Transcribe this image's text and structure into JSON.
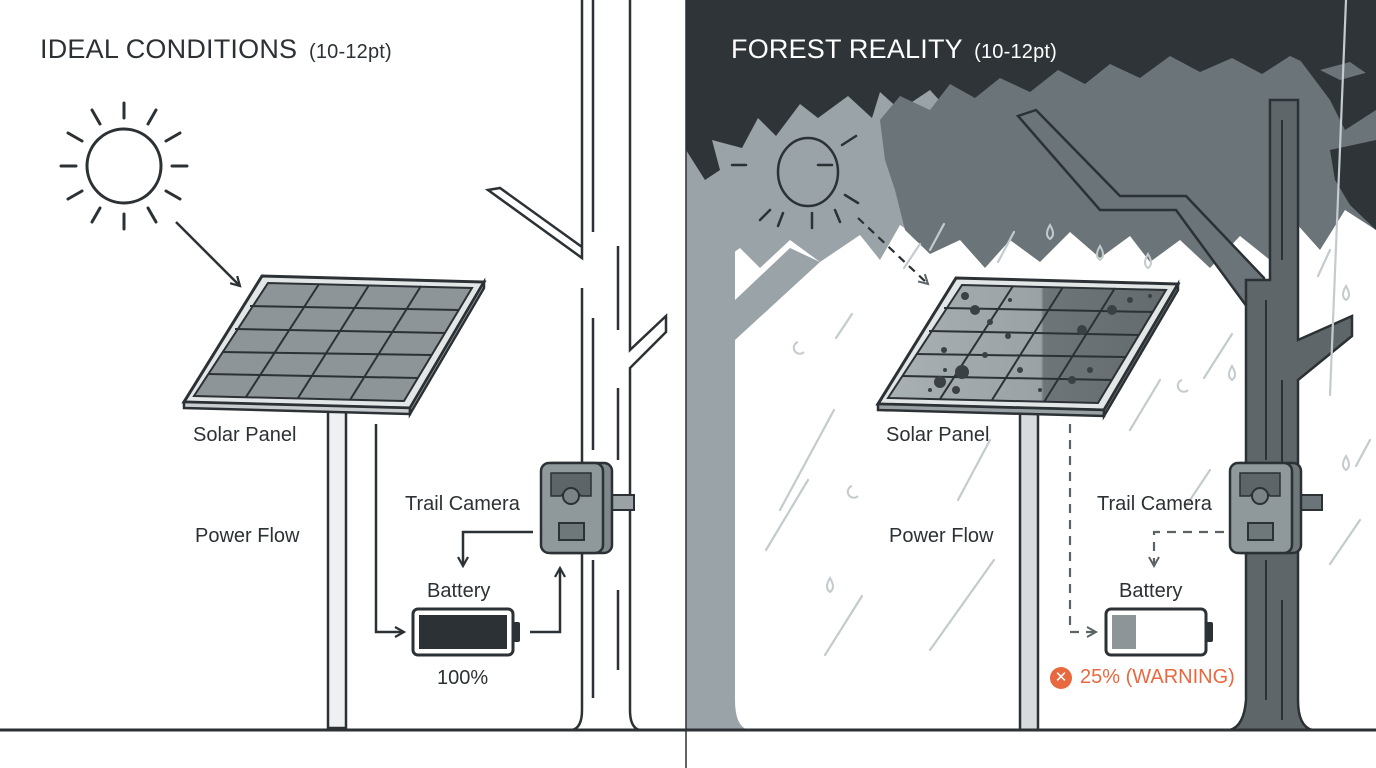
{
  "panels": {
    "left": {
      "title": "IDEAL CONDITIONS",
      "title_note": "(10-12pt)",
      "labels": {
        "solar_panel": "Solar Panel",
        "power_flow": "Power Flow",
        "trail_camera": "Trail Camera",
        "battery": "Battery",
        "battery_level": "100%"
      },
      "battery_percent": 100
    },
    "right": {
      "title": "FOREST REALITY",
      "title_note": "(10-12pt)",
      "labels": {
        "solar_panel": "Solar Panel",
        "power_flow": "Power Flow",
        "trail_camera": "Trail Camera",
        "battery": "Battery",
        "battery_level": "25% (WARNING)"
      },
      "battery_percent": 25,
      "warning_icon": "x-circle-icon"
    }
  },
  "colors": {
    "ink": "#2b3134",
    "dark_bg": "#2e3437",
    "canopy_light": "#9aa3a7",
    "canopy_mid": "#6b7478",
    "trunk_dark": "#5f6669",
    "panel_cell": "#8d9598",
    "rain": "#c4cbce",
    "warning": "#e8683f"
  }
}
